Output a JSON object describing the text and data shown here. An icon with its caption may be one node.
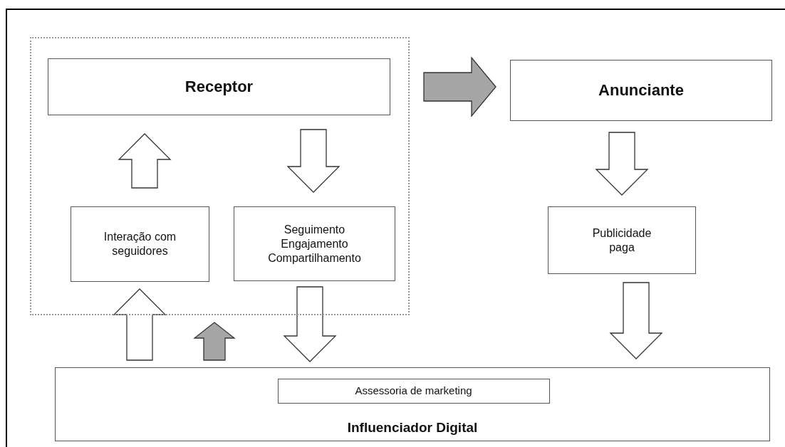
{
  "diagram": {
    "nodes": [
      {
        "text": [],
        "shape": "box"
      },
      {
        "text": [
          "Receptor"
        ],
        "in": 0
      },
      {
        "text": [
          "Anunciante"
        ]
      },
      {
        "text": [
          "Interação com seguidores"
        ],
        "in": 0
      },
      {
        "text": [
          "Seguimento Engajamento Compartilhamento"
        ],
        "in": 0
      },
      {
        "text": [
          "Publicidade paga"
        ]
      },
      {
        "text": [
          "Influenciador Digital"
        ]
      },
      {
        "text": [
          "Assessoria de marketing"
        ],
        "in": 6
      }
    ],
    "edges": [
      {
        "from": 3,
        "to": 1,
        "arrow": "to"
      },
      {
        "from": 1,
        "to": 4,
        "arrow": "to"
      },
      {
        "from": 0,
        "to": 2,
        "arrow": "to",
        "color": "#a6a6a6"
      },
      {
        "from": 2,
        "to": 5,
        "arrow": "to"
      },
      {
        "from": 6,
        "to": 3,
        "arrow": "to"
      },
      {
        "from": 6,
        "to": 0,
        "arrow": "to",
        "color": "#a6a6a6"
      },
      {
        "from": 4,
        "to": 6,
        "arrow": "to"
      },
      {
        "from": 5,
        "to": 6,
        "arrow": "to"
      }
    ]
  }
}
